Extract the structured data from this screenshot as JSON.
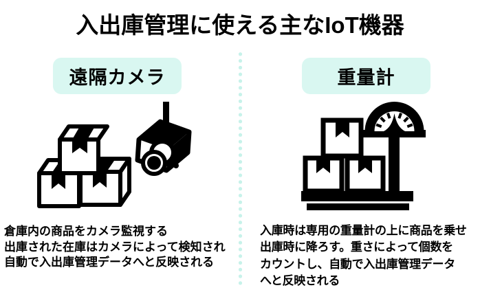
{
  "title": "入出庫管理に使える主なIoT機器",
  "colors": {
    "background": "#ffffff",
    "badge_background": "#d9f7f1",
    "divider_dot": "#c7f2ea",
    "ink": "#000000"
  },
  "panels": [
    {
      "badge_label": "遠隔カメラ",
      "icon": "boxes-and-surveillance-camera-icon",
      "description_lines": [
        "倉庫内の商品をカメラ監視する",
        "出庫された在庫はカメラによって検知され",
        "自動で入出庫管理データへと反映される"
      ]
    },
    {
      "badge_label": "重量計",
      "icon": "boxes-on-platform-scale-icon",
      "description_lines": [
        "入庫時は専用の重量計の上に商品を乗せ",
        "出庫時に降ろす。重さによって個数を",
        "カウントし、自動で入出庫管理データ",
        "へと反映される"
      ]
    }
  ]
}
